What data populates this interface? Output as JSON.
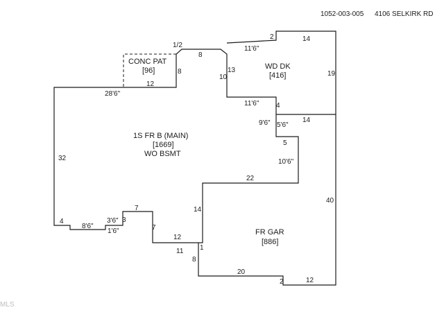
{
  "header": {
    "parcel_id": "1052-003-005",
    "address": "4106 SELKIRK RD"
  },
  "areas": {
    "conc_patio": {
      "name": "CONC PAT",
      "area": "[96]"
    },
    "wood_deck": {
      "name": "WD DK",
      "area": "[416]"
    },
    "main": {
      "name": "1S FR B (MAIN)",
      "area": "[1669]",
      "note": "WO BSMT"
    },
    "garage": {
      "name": "FR GAR",
      "area": "[886]"
    }
  },
  "dimensions": {
    "patio_top": "1/2",
    "segment_8_top": "8",
    "patio_side_8": "8",
    "patio_bottom_12": "12",
    "main_top_28_6": "28'6\"",
    "deck_top_2": "2",
    "deck_top_14": "14",
    "deck_top_11_6": "11'6\"",
    "deck_left_13": "13",
    "deck_left_10": "10",
    "deck_right_19": "19",
    "deck_bottom_11_6": "11'6\"",
    "step_4": "4",
    "step_9_6": "9'6\"",
    "step_5_6": "5'6\"",
    "garage_top_14": "14",
    "step_5": "5",
    "step_10_6": "10'6\"",
    "garage_left_22": "22",
    "main_left_32": "32",
    "main_bottom_4": "4",
    "main_bottom_8_6": "8'6\"",
    "main_bottom_3_6": "3'6\"",
    "main_bottom_3": "3",
    "main_bottom_1_6": "1'6\"",
    "main_bottom_7_top": "7",
    "main_bottom_7_side": "7",
    "main_bottom_12": "12",
    "main_right_14": "14",
    "garage_left_11": "11",
    "garage_left_1": "1",
    "garage_left_8": "8",
    "garage_right_40": "40",
    "garage_bottom_20": "20",
    "garage_bottom_2": "2",
    "garage_bottom_12": "12"
  },
  "watermark": "MLS"
}
